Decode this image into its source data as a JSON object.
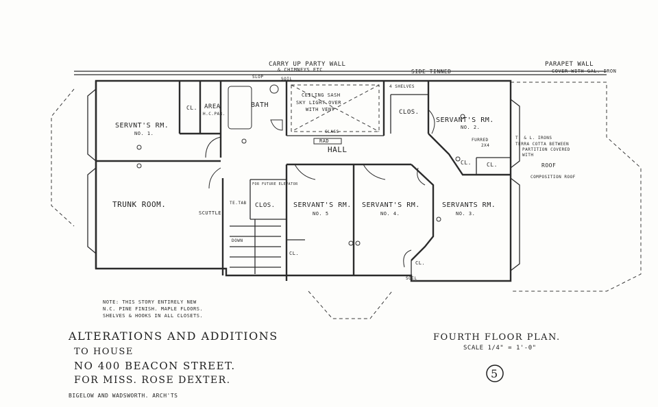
{
  "plan": {
    "top_notes": {
      "party_wall": "CARRY UP PARTY WALL",
      "chimneys": "& CHIMNEYS ETC",
      "side_tinned": "SIDE TINNED",
      "parapet_wall": "PARAPET WALL",
      "cover_galv": "COVER WITH GAL. IRON",
      "slop": "SLOP",
      "soil_top": "SOIL"
    },
    "rooms": {
      "servants_1": "SERVNT'S RM.",
      "servants_1_no": "NO. 1.",
      "area": "AREA",
      "area_sub": "H.C.PAR.",
      "bath": "BATH",
      "ceiling_sash": "CEILING SASH",
      "skylight": "SKY LIGHT OVER",
      "with_vent": "WITH VENT",
      "glass": "GLASS",
      "shelves_4": "4 SHELVES",
      "clos_top": "CLOS.",
      "servants_2": "SERVANT'S RM.",
      "servants_2_no": "NO. 2.",
      "rad": "RAD",
      "hall": "HALL",
      "trunk_room": "TRUNK ROOM.",
      "scuttle": "SCUTTLE",
      "te_tab": "TE.TAB",
      "clos_mid": "CLOS.",
      "future_elevator": "FOR FUTURE ELEVATOR",
      "servants_5": "SERVANT'S RM.",
      "servants_5_no": "NO. 5",
      "servants_4": "SERVANT'S RM.",
      "servants_4_no": "NO. 4.",
      "servants_3": "SERVANTS RM.",
      "servants_3_no": "NO. 3.",
      "down": "DOWN",
      "cl_1": "CL.",
      "cl_2": "CL.",
      "cl_3": "CL.",
      "cl_4": "CL.",
      "cl_5": "CL.",
      "soil_bottom": "SOIL",
      "furred": "FURRED",
      "furred_size": "2X4",
      "t_l_irons": "T. & L. IRONS",
      "terra_cotta": "TERRA COTTA BETWEEN",
      "partition": "PARTITION COVERED",
      "with": "WITH",
      "roof": "ROOF",
      "composition_roof": "COMPOSITION ROOF"
    },
    "notes": {
      "line1": "NOTE: THIS STORY ENTIRELY NEW",
      "line2": "N.C. PINE FINISH. MAPLE FLOORS.",
      "line3": "SHELVES & HOOKS IN ALL CLOSETS."
    },
    "title_block": {
      "line1": "ALTERATIONS AND ADDITIONS",
      "line2": "TO HOUSE",
      "line3": "NO 400 BEACON STREET.",
      "line4": "FOR MISS. ROSE DEXTER.",
      "line5": "BIGELOW AND WADSWORTH. ARCH'TS"
    },
    "plan_title": "FOURTH FLOOR PLAN.",
    "scale": "SCALE 1/4\" = 1'-0\"",
    "sheet_number": "5"
  }
}
